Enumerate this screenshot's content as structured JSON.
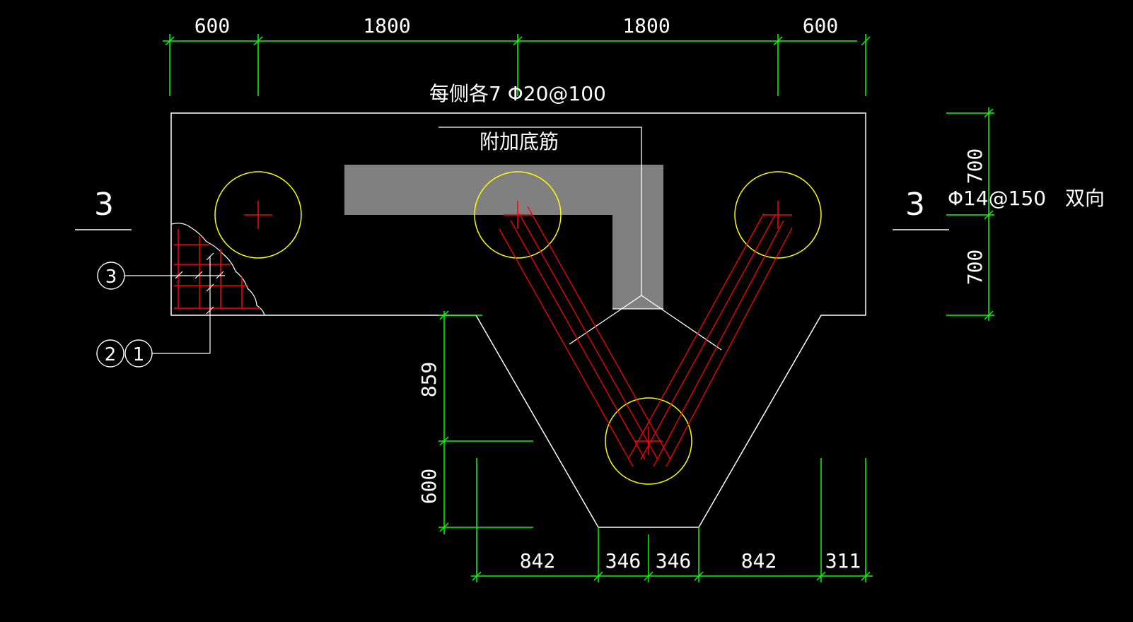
{
  "drawing": {
    "top_dims": [
      "600",
      "1800",
      "1800",
      "600"
    ],
    "rebar_side_label": "每侧各7 Φ20@100",
    "extra_bottom_label": "附加底筋",
    "section_left": "3",
    "section_right": "3",
    "right_rebar_label": "Φ14@150",
    "right_rebar_dir": "双向",
    "right_dims": [
      "700",
      "700"
    ],
    "left_dims": [
      "859",
      "600"
    ],
    "bottom_dims": [
      "842",
      "346",
      "346",
      "842",
      "311"
    ],
    "callout_3": "3",
    "callout_2": "2",
    "callout_1": "1"
  },
  "colors": {
    "background": "#000000",
    "dimension": "#00ff00",
    "outline": "#ffffff",
    "pile": "#ffff00",
    "rebar": "#ff0000",
    "fill": "#808080"
  }
}
